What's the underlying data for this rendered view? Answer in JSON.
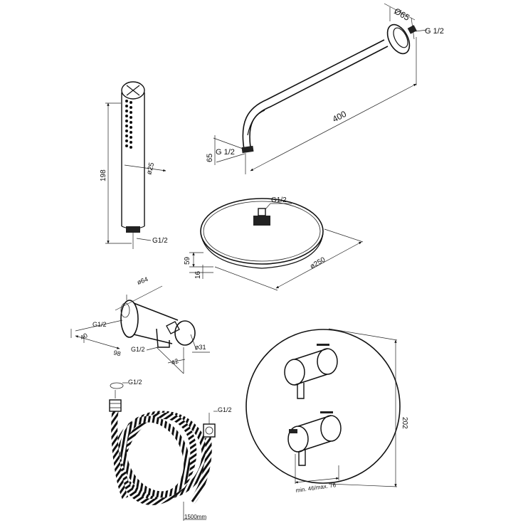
{
  "arm": {
    "diameter": "Ø65",
    "thread_wall": "G 1/2",
    "length": "400",
    "thread_end": "G 1/2",
    "drop": "65"
  },
  "hand_shower": {
    "length": "198",
    "diameter": "ø25",
    "thread": "G1/2"
  },
  "head_shower": {
    "thread": "G1/2",
    "height_total": "59",
    "height_edge": "16",
    "diameter": "ø250"
  },
  "wall_outlet": {
    "diameter": "ø64",
    "thread_rear": "G1/2",
    "depth": "40",
    "length": "98",
    "thread_bottom": "G1/2",
    "offset": "42",
    "holder_diameter": "ø31"
  },
  "hose": {
    "thread_left": "G1/2",
    "thread_right": "G1/2",
    "length": "1500mm"
  },
  "valve": {
    "height": "202",
    "depth_range": "min. 46/max. 76"
  }
}
